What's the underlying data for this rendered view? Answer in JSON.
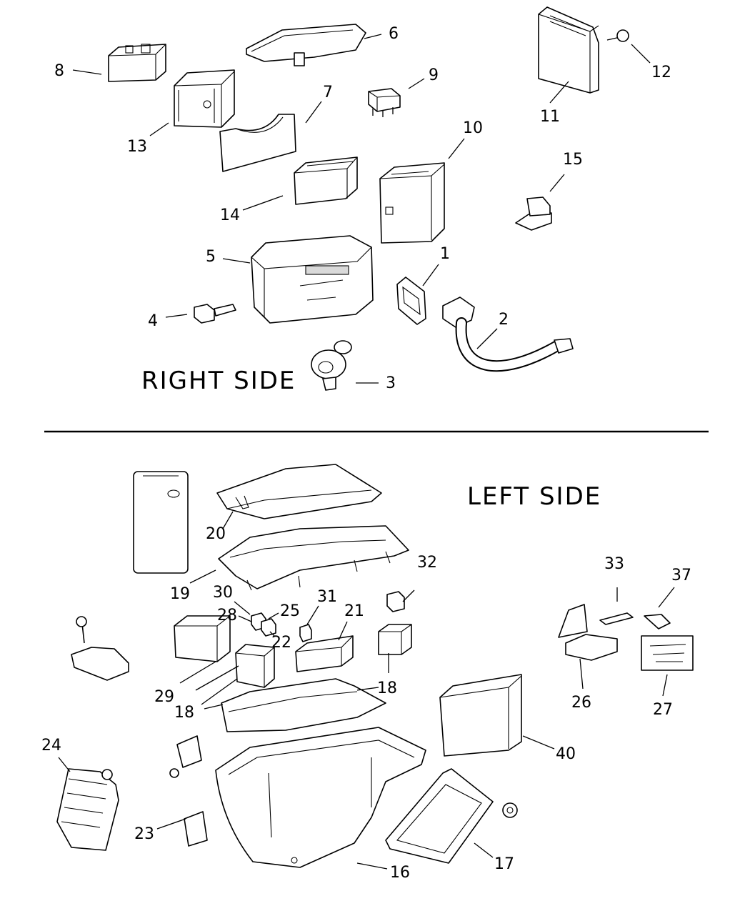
{
  "sections": {
    "right": "RIGHT   SIDE",
    "left": "LEFT   SIDE"
  },
  "callouts": [
    "1",
    "2",
    "3",
    "4",
    "5",
    "6",
    "7",
    "8",
    "9",
    "10",
    "11",
    "12",
    "13",
    "14",
    "15",
    "16",
    "17",
    "18",
    "18",
    "18",
    "19",
    "20",
    "21",
    "22",
    "23",
    "24",
    "25",
    "26",
    "27",
    "28",
    "29",
    "30",
    "31",
    "32",
    "33",
    "37",
    "40"
  ]
}
